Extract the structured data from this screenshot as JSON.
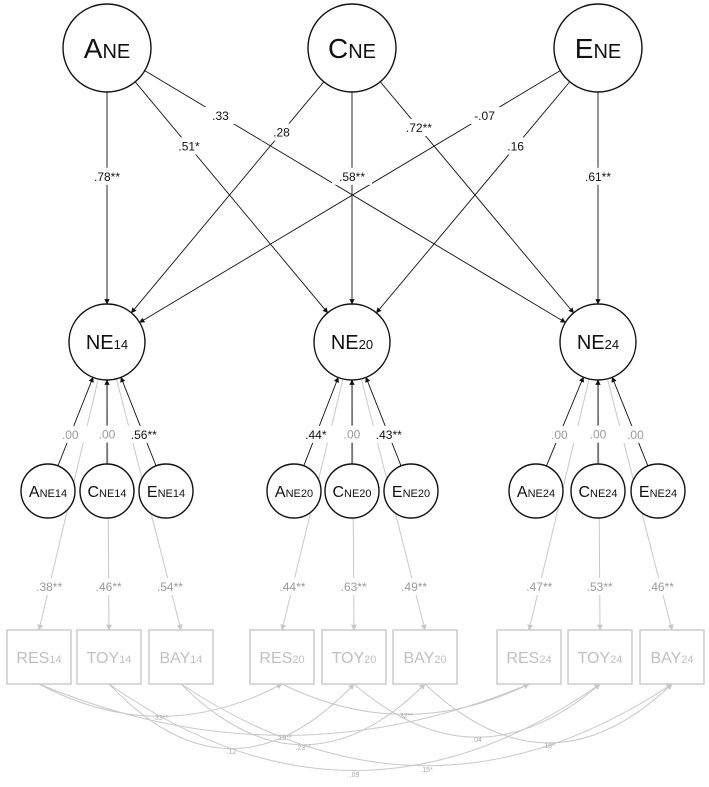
{
  "top_latents": [
    {
      "id": "A",
      "main": "A",
      "sub": "NE"
    },
    {
      "id": "C",
      "main": "C",
      "sub": "NE"
    },
    {
      "id": "E",
      "main": "E",
      "sub": "NE"
    }
  ],
  "ne_latents": [
    {
      "id": "NE14",
      "main": "NE",
      "sub": "14"
    },
    {
      "id": "NE20",
      "main": "NE",
      "sub": "20"
    },
    {
      "id": "NE24",
      "main": "NE",
      "sub": "24"
    }
  ],
  "residual_latents": [
    {
      "id": "A14",
      "main": "A",
      "sub": "NE14"
    },
    {
      "id": "C14",
      "main": "C",
      "sub": "NE14"
    },
    {
      "id": "E14",
      "main": "E",
      "sub": "NE14"
    },
    {
      "id": "A20",
      "main": "A",
      "sub": "NE20"
    },
    {
      "id": "C20",
      "main": "C",
      "sub": "NE20"
    },
    {
      "id": "E20",
      "main": "E",
      "sub": "NE20"
    },
    {
      "id": "A24",
      "main": "A",
      "sub": "NE24"
    },
    {
      "id": "C24",
      "main": "C",
      "sub": "NE24"
    },
    {
      "id": "E24",
      "main": "E",
      "sub": "NE24"
    }
  ],
  "observed": [
    {
      "id": "RES14",
      "main": "RES",
      "sub": "14"
    },
    {
      "id": "TOY14",
      "main": "TOY",
      "sub": "14"
    },
    {
      "id": "BAY14",
      "main": "BAY",
      "sub": "14"
    },
    {
      "id": "RES20",
      "main": "RES",
      "sub": "20"
    },
    {
      "id": "TOY20",
      "main": "TOY",
      "sub": "20"
    },
    {
      "id": "BAY20",
      "main": "BAY",
      "sub": "20"
    },
    {
      "id": "RES24",
      "main": "RES",
      "sub": "24"
    },
    {
      "id": "TOY24",
      "main": "TOY",
      "sub": "24"
    },
    {
      "id": "BAY24",
      "main": "BAY",
      "sub": "24"
    }
  ],
  "paths_top": [
    {
      "from": "A",
      "to": "NE14",
      "label": ".78**"
    },
    {
      "from": "A",
      "to": "NE20",
      "label": ".51*"
    },
    {
      "from": "A",
      "to": "NE24",
      "label": ".33"
    },
    {
      "from": "C",
      "to": "NE14",
      "label": ".28"
    },
    {
      "from": "C",
      "to": "NE20",
      "label": ".58**"
    },
    {
      "from": "C",
      "to": "NE24",
      "label": ".72**"
    },
    {
      "from": "E",
      "to": "NE14",
      "label": "-.07"
    },
    {
      "from": "E",
      "to": "NE20",
      "label": ".16"
    },
    {
      "from": "E",
      "to": "NE24",
      "label": ".61**"
    }
  ],
  "paths_specific": [
    {
      "from": "A14",
      "to": "NE14",
      "label": ".00",
      "significant": false
    },
    {
      "from": "C14",
      "to": "NE14",
      "label": ".00",
      "significant": false
    },
    {
      "from": "E14",
      "to": "NE14",
      "label": ".56**",
      "significant": true
    },
    {
      "from": "A20",
      "to": "NE20",
      "label": ".44*",
      "significant": true
    },
    {
      "from": "C20",
      "to": "NE20",
      "label": ".00",
      "significant": false
    },
    {
      "from": "E20",
      "to": "NE20",
      "label": ".43**",
      "significant": true
    },
    {
      "from": "A24",
      "to": "NE24",
      "label": ".00",
      "significant": false
    },
    {
      "from": "C24",
      "to": "NE24",
      "label": ".00",
      "significant": false
    },
    {
      "from": "E24",
      "to": "NE24",
      "label": ".00",
      "significant": false
    }
  ],
  "paths_loadings": [
    {
      "from": "NE14",
      "to": "RES14",
      "label": ".38**"
    },
    {
      "from": "NE14",
      "to": "TOY14",
      "label": ".46**"
    },
    {
      "from": "NE14",
      "to": "BAY14",
      "label": ".54**"
    },
    {
      "from": "NE20",
      "to": "RES20",
      "label": ".44**"
    },
    {
      "from": "NE20",
      "to": "TOY20",
      "label": ".63**"
    },
    {
      "from": "NE20",
      "to": "BAY20",
      "label": ".49**"
    },
    {
      "from": "NE24",
      "to": "RES24",
      "label": ".47**"
    },
    {
      "from": "NE24",
      "to": "TOY24",
      "label": ".53**"
    },
    {
      "from": "NE24",
      "to": "BAY24",
      "label": ".46**"
    }
  ],
  "covariances": [
    {
      "from": "RES14",
      "to": "RES20",
      "label": ".33**"
    },
    {
      "from": "RES14",
      "to": "RES24",
      "label": ".19**"
    },
    {
      "from": "TOY14",
      "to": "TOY20",
      "label": ".12"
    },
    {
      "from": "TOY14",
      "to": "TOY24",
      "label": ".09"
    },
    {
      "from": "BAY14",
      "to": "BAY20",
      "label": ".23**"
    },
    {
      "from": "BAY14",
      "to": "BAY24",
      "label": ".15*"
    },
    {
      "from": "RES20",
      "to": "RES24",
      "label": ".32**"
    },
    {
      "from": "TOY20",
      "to": "TOY24",
      "label": ".04"
    },
    {
      "from": "BAY20",
      "to": "BAY24",
      "label": ".18*"
    }
  ]
}
